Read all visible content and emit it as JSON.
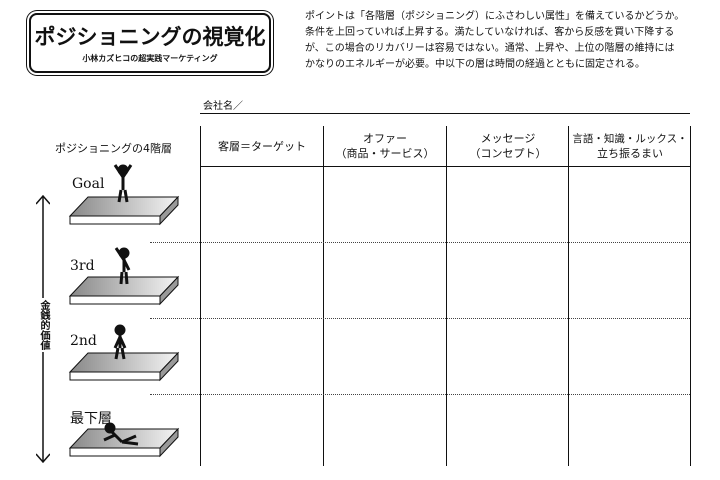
{
  "header": {
    "title": "ポジショニングの視覚化",
    "subtitle": "小林カズヒコの超実践マーケティング"
  },
  "description": [
    "ポイントは「各階層（ポジショニング）にふさわしい属性」を備えているかどうか。",
    "条件を上回っていれば上昇する。満たしていなければ、客から反感を買い下降する",
    "が、この場合のリカバリーは容易ではない。通常、上昇や、上位の階層の維持には",
    "かなりのエネルギーが必要。中以下の層は時間の経過とともに固定される。"
  ],
  "company_label": "会社名／",
  "layers_title": "ポジショニングの4階層",
  "levels": [
    "Goal",
    "3rd",
    "2nd",
    "最下層"
  ],
  "axis_label": "金銭的価値",
  "columns": [
    {
      "l1": "客層＝ターゲット",
      "l2": ""
    },
    {
      "l1": "オファー",
      "l2": "（商品・サービス）"
    },
    {
      "l1": "メッセージ",
      "l2": "（コンセプト）"
    },
    {
      "l1": "言語・知識・ルックス・",
      "l2": "立ち振るまい"
    }
  ]
}
